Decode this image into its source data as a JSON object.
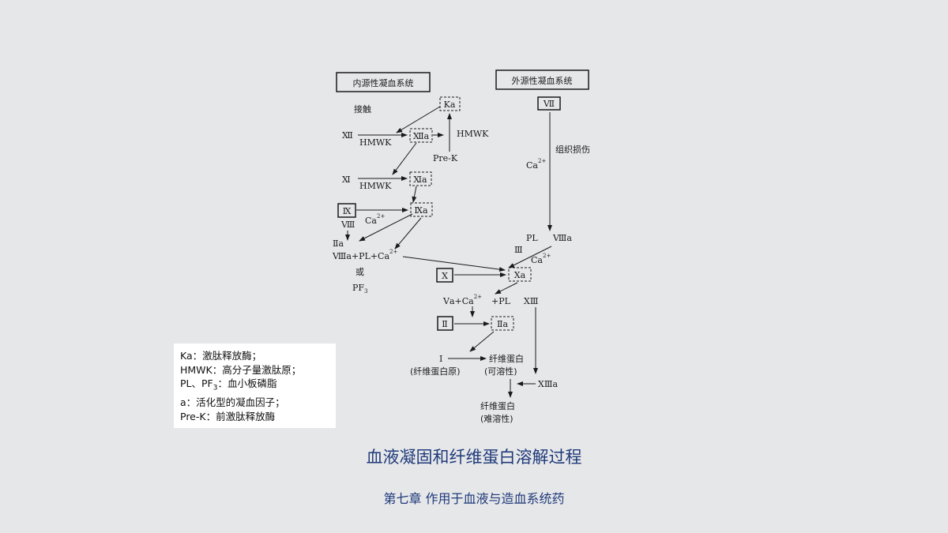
{
  "slide": {
    "title": "血液凝固和纤维蛋白溶解过程",
    "subtitle": "第七章  作用于血液与造血系统药"
  },
  "diagram": {
    "intrinsic_title": "内源性凝血系统",
    "extrinsic_title": "外源性凝血系统",
    "contact": "接触",
    "ka": "Ka",
    "xii": "Ⅻ",
    "xiia": "Ⅻa",
    "hmwk": "HMWK",
    "hmwk_right": "HMWK",
    "prek": "Pre-K",
    "xi": "Ⅺ",
    "xia": "Ⅺa",
    "hmwk2": "HMWK",
    "ix": "Ⅸ",
    "ixa": "Ⅸa",
    "ca": "Ca",
    "sup2": "2+",
    "viii": "Ⅷ",
    "iia_small": "Ⅱa",
    "viiia_pl_ca": "Ⅷa+PL+Ca",
    "or": "或",
    "pf": "PF",
    "pf_sub": "3",
    "vii": "Ⅶ",
    "tissue_injury": "组织损伤",
    "pl": "PL",
    "viiia": "Ⅷa",
    "iii": "Ⅲ",
    "x": "Ⅹ",
    "xa": "Ⅹa",
    "va_ca": "Ⅴa+Ca",
    "plus_pl": "+PL",
    "xiii": "ⅩⅢ",
    "ii": "Ⅱ",
    "iia": "Ⅱa",
    "i": "Ⅰ",
    "fibrinogen": "(纤维蛋白原)",
    "fibrin": "纤维蛋白",
    "soluble": "(可溶性)",
    "xiiia": "ⅩⅢa",
    "fibrin2": "纤维蛋白",
    "insoluble": "(难溶性)"
  },
  "legend": {
    "line1": "Ka：激肽释放酶；",
    "line2": "HMWK：高分子量激肽原；",
    "line3_a": "PL、PF",
    "line3_sub": "3",
    "line3_b": "：血小板磷脂",
    "line4": "a：活化型的凝血因子；",
    "line5": "Pre-K：前激肽释放酶"
  }
}
